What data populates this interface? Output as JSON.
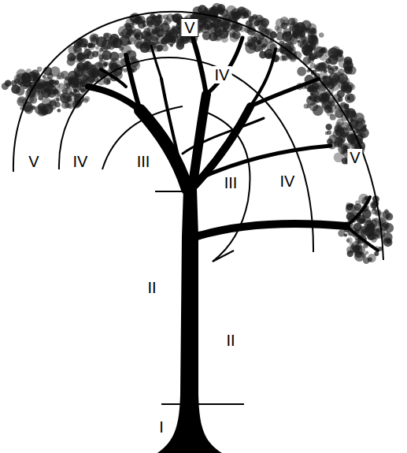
{
  "diagram": {
    "labels": [
      "V",
      "IV",
      "V",
      "IV",
      "III",
      "V",
      "III",
      "IV",
      "II",
      "II",
      "I"
    ]
  }
}
